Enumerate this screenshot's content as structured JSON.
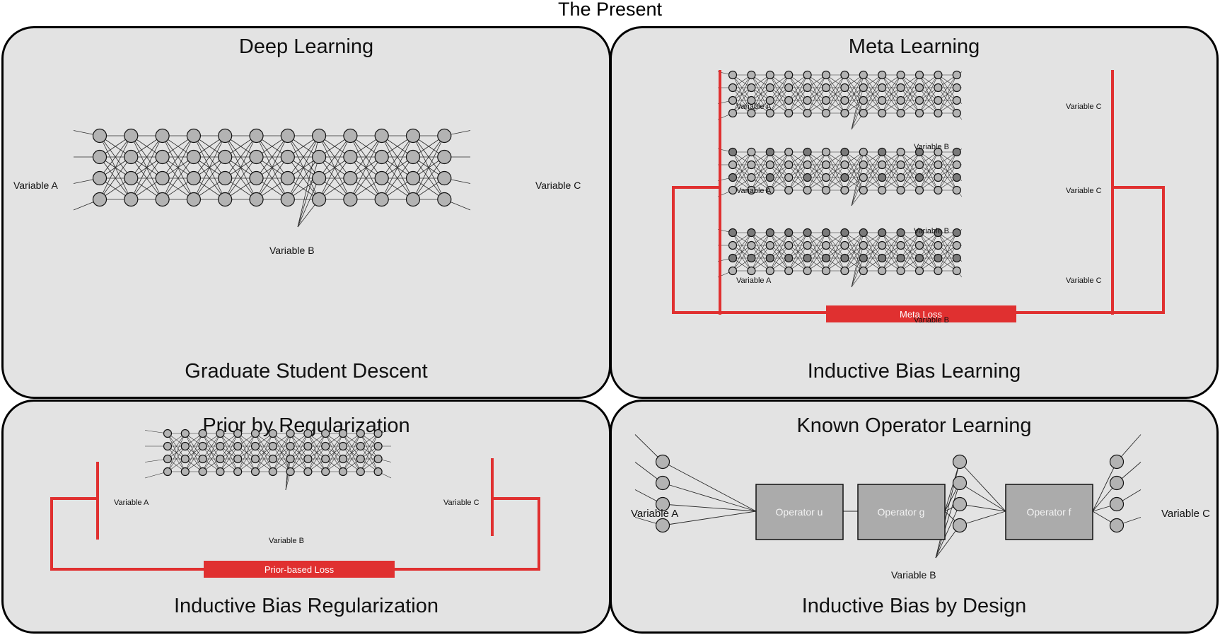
{
  "title": "The Present",
  "panels": {
    "deep": {
      "title": "Deep Learning",
      "subtitle": "Graduate Student Descent",
      "var_a": "Variable A",
      "var_b": "Variable B",
      "var_c": "Variable C"
    },
    "meta": {
      "title": "Meta Learning",
      "subtitle": "Inductive Bias Learning",
      "var_a": "Variable A",
      "var_b": "Variable B",
      "var_c": "Variable C",
      "loss": "Meta Loss"
    },
    "prior": {
      "title": "Prior by Regularization",
      "subtitle": "Inductive Bias Regularization",
      "var_a": "Variable A",
      "var_b": "Variable B",
      "var_c": "Variable C",
      "loss": "Prior-based Loss"
    },
    "known": {
      "title": "Known Operator Learning",
      "subtitle": "Inductive Bias by Design",
      "var_a": "Variable A",
      "var_b": "Variable B",
      "var_c": "Variable C",
      "op_u": "Operator u",
      "op_g": "Operator g",
      "op_f": "Operator f"
    }
  },
  "colors": {
    "panel_bg": "#e3e3e3",
    "node": "#b3b3b3",
    "node_dark": "#7a7a7a",
    "loss_red": "#e03030",
    "operator_box": "#ababab"
  }
}
